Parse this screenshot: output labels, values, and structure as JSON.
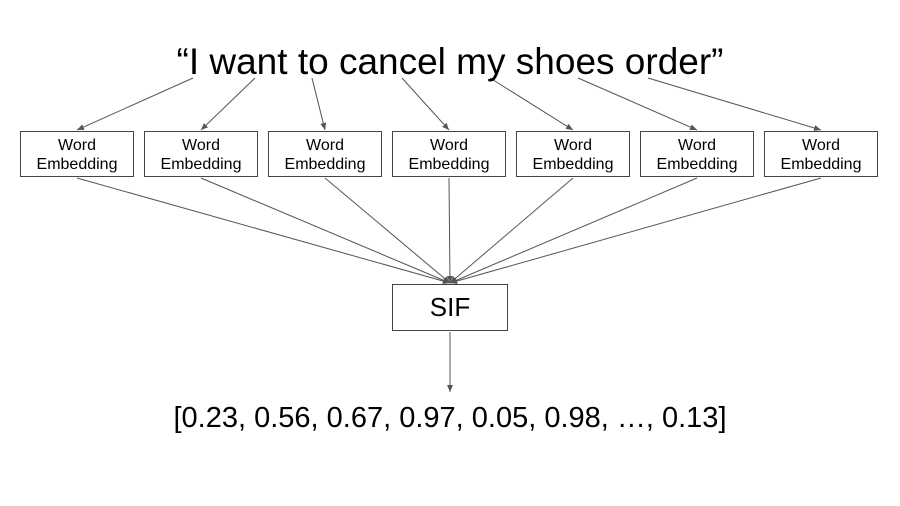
{
  "sentence": "“I want to cancel my shoes order”",
  "embedding_boxes": [
    {
      "line1": "Word",
      "line2": "Embedding"
    },
    {
      "line1": "Word",
      "line2": "Embedding"
    },
    {
      "line1": "Word",
      "line2": "Embedding"
    },
    {
      "line1": "Word",
      "line2": "Embedding"
    },
    {
      "line1": "Word",
      "line2": "Embedding"
    },
    {
      "line1": "Word",
      "line2": "Embedding"
    },
    {
      "line1": "Word",
      "line2": "Embedding"
    }
  ],
  "sif_label": "SIF",
  "output_vector": "[0.23, 0.56, 0.67, 0.97, 0.05, 0.98, …, 0.13]",
  "colors": {
    "text": "#000000",
    "border": "#444444",
    "arrow": "#555555"
  }
}
